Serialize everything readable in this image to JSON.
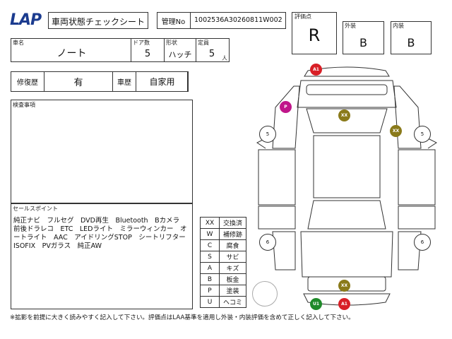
{
  "header": {
    "logo": "LAP",
    "title": "車両状態チェックシート",
    "mgmt_label": "管理No",
    "mgmt_no": "1002536A30260811W002"
  },
  "vehicle": {
    "name_label": "車名",
    "name": "ノート",
    "doors_label": "ドア数",
    "doors": "5",
    "shape_label": "形状",
    "shape": "ハッチ",
    "capacity_label": "定員",
    "capacity": "5",
    "capacity_unit": "人"
  },
  "grades": {
    "score_label": "評価点",
    "score": "R",
    "exterior_label": "外装",
    "exterior": "B",
    "interior_label": "内装",
    "interior": "B"
  },
  "history": {
    "repair_label": "修復歴",
    "repair": "有",
    "usage_label": "車歴",
    "usage": "自家用"
  },
  "inspection": {
    "label": "検査事項",
    "text": ""
  },
  "selling": {
    "label": "セールスポイント",
    "text": "純正ナビ　フルセグ　DVD再生　Bluetooth　Bカメラ　前後ドラレコ　ETC　LEDライト　ミラーウィンカー　オートライト　AAC　アイドリングSTOP　シートリフター　ISOFIX　PVガラス　純正AW"
  },
  "legend": [
    {
      "code": "XX",
      "meaning": "交換済"
    },
    {
      "code": "W",
      "meaning": "補修跡"
    },
    {
      "code": "C",
      "meaning": "腐食"
    },
    {
      "code": "S",
      "meaning": "サビ"
    },
    {
      "code": "A",
      "meaning": "キズ"
    },
    {
      "code": "B",
      "meaning": "板金"
    },
    {
      "code": "P",
      "meaning": "塗装"
    },
    {
      "code": "U",
      "meaning": "ヘコミ"
    }
  ],
  "markers": {
    "front_bumper": "A1",
    "fender_left": "P",
    "hood": "XX",
    "fender_right": "XX",
    "trunk": "XX",
    "rear_left": "U1",
    "rear_right": "A1"
  },
  "tires": {
    "fl": "5",
    "fr": "5",
    "rl": "6",
    "rr": "6"
  },
  "colors": {
    "red": "#d81f26",
    "magenta": "#c0168a",
    "olive": "#8a7a1a",
    "green": "#1f8a2a"
  },
  "footer": "※拡影を前提に大きく読みやすく記入して下さい。評価点はLAA基準を適用し外装・内装評価を含めて正しく記入して下さい。"
}
